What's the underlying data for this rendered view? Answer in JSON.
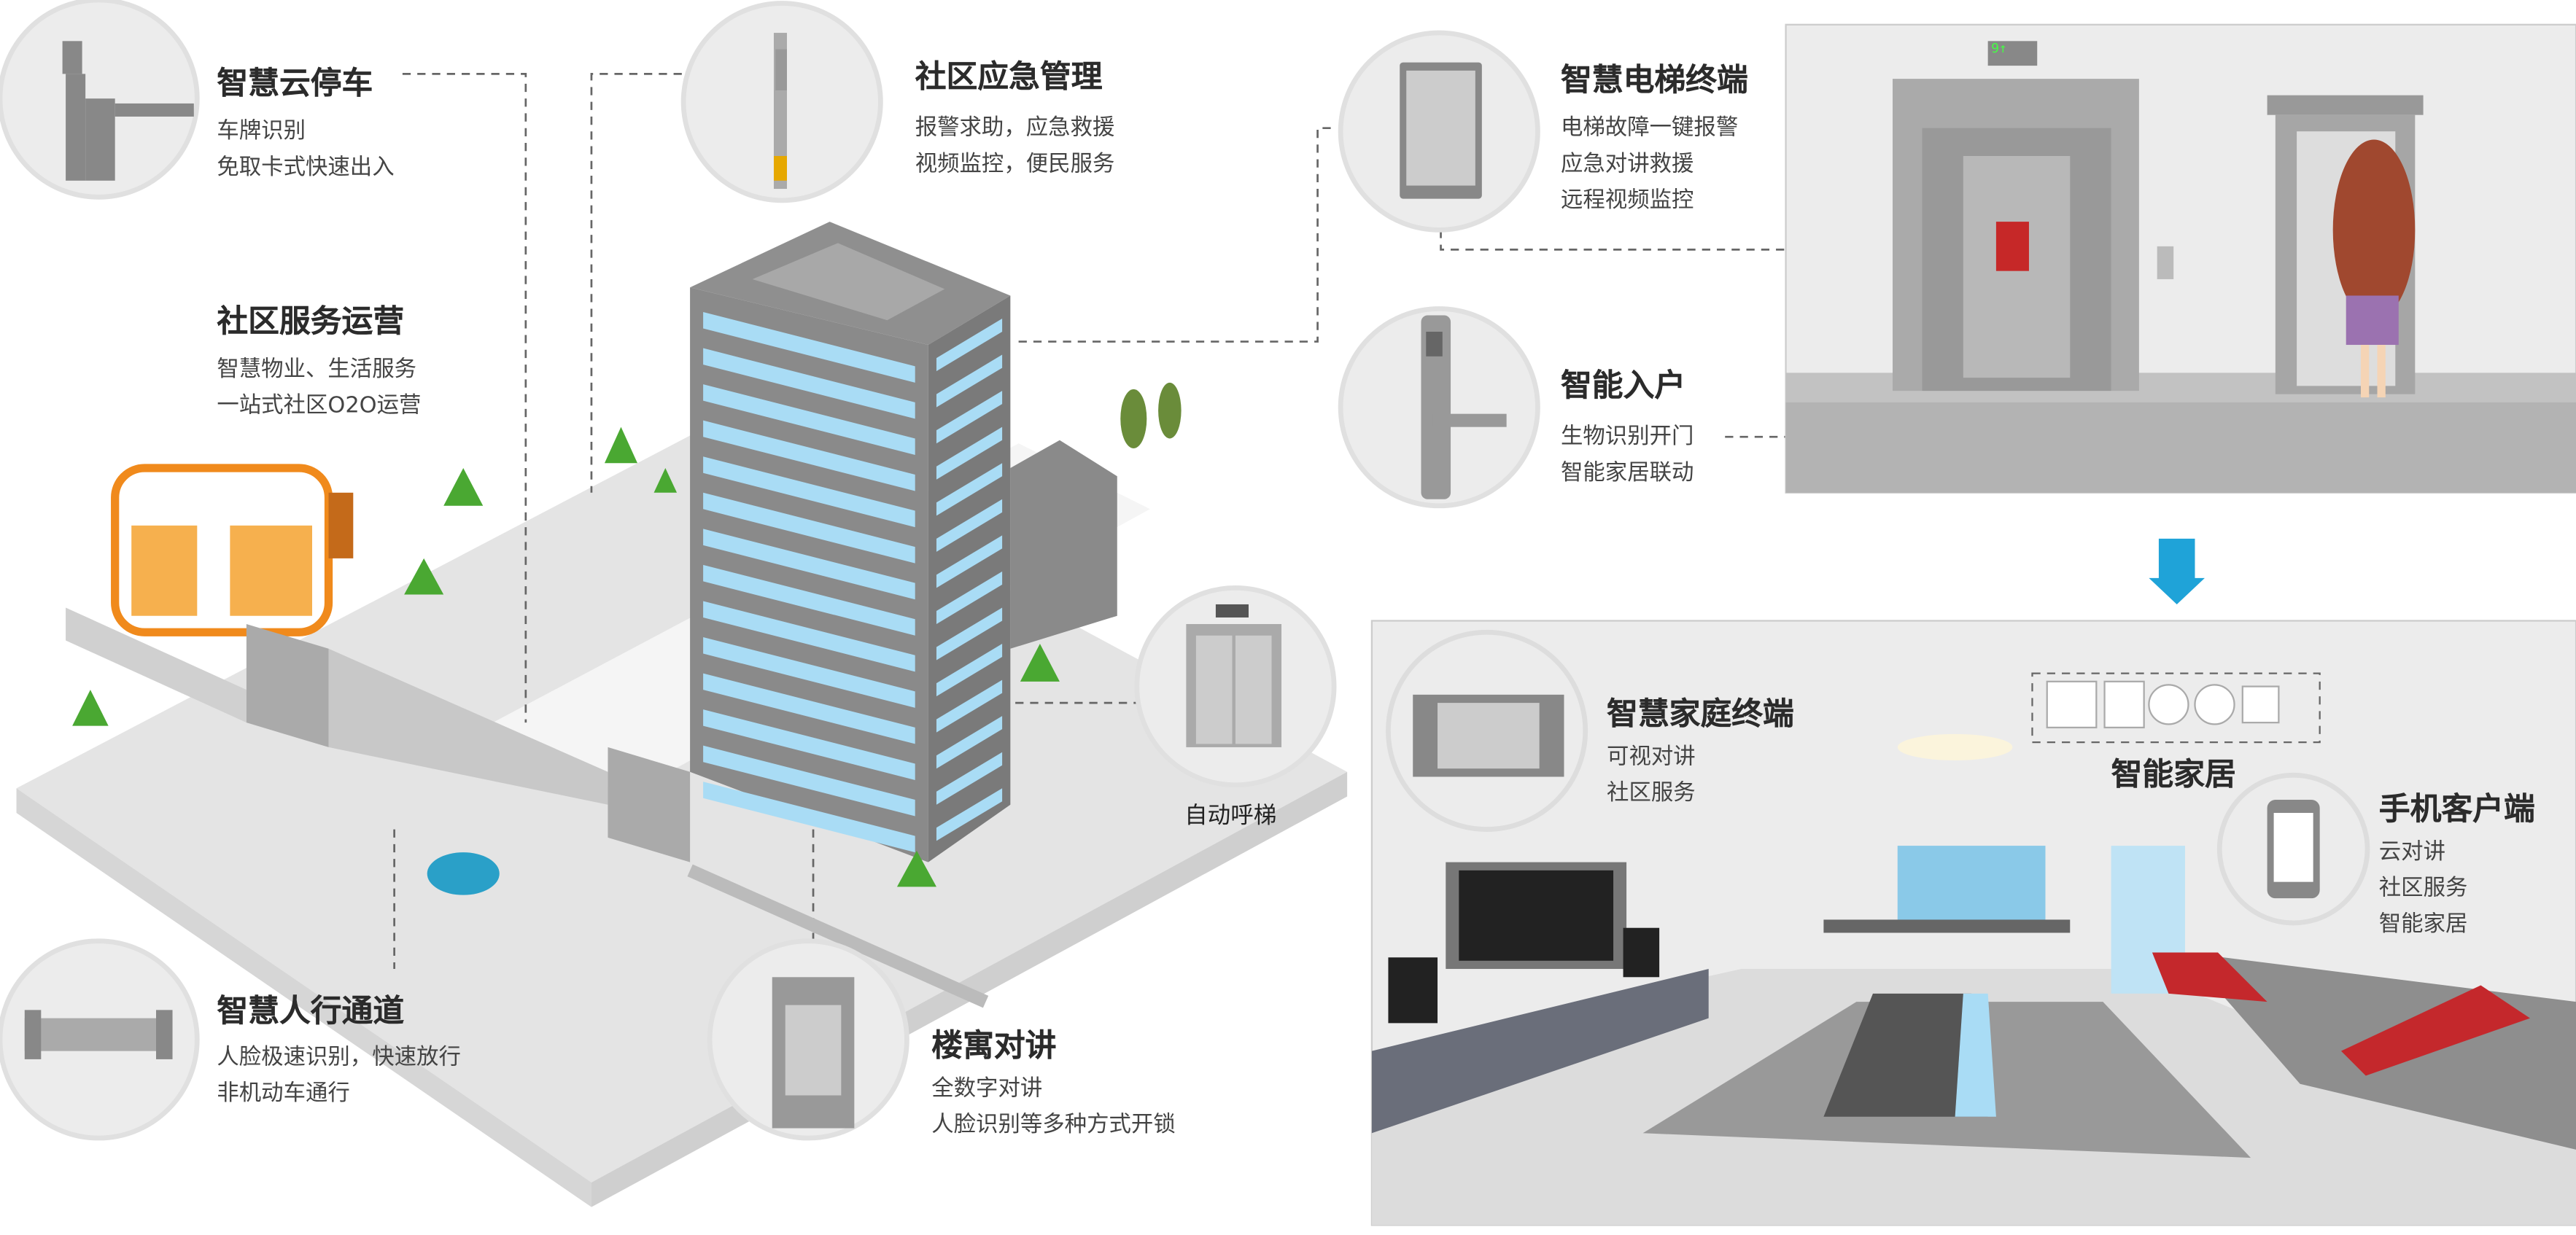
{
  "parking": {
    "title": "智慧云停车",
    "lines": [
      "车牌识别",
      "免取卡式快速出入"
    ]
  },
  "emergency": {
    "title": "社区应急管理",
    "lines": [
      "报警求助，应急救援",
      "视频监控，便民服务"
    ]
  },
  "service": {
    "title": "社区服务运营",
    "lines": [
      "智慧物业、生活服务",
      "一站式社区O2O运营"
    ]
  },
  "elevator_terminal": {
    "title": "智慧电梯终端",
    "lines": [
      "电梯故障一键报警",
      "应急对讲救援",
      "远程视频监控"
    ]
  },
  "smart_entry": {
    "title": "智能入户",
    "lines": [
      "生物识别开门",
      "智能家居联动"
    ]
  },
  "auto_elevator": {
    "title": "自动呼梯"
  },
  "pedestrian": {
    "title": "智慧人行通道",
    "lines": [
      "人脸极速识别，快速放行",
      "非机动车通行"
    ]
  },
  "intercom": {
    "title": "楼寓对讲",
    "lines": [
      "全数字对讲",
      "人脸识别等多种方式开锁"
    ]
  },
  "home_terminal": {
    "title": "智慧家庭终端",
    "lines": [
      "可视对讲",
      "社区服务"
    ]
  },
  "smart_home": {
    "title": "智能家居"
  },
  "mobile": {
    "title": "手机客户端",
    "lines": [
      "云对讲",
      "社区服务",
      "智能家居"
    ]
  },
  "elevator_display": "9↑",
  "colors": {
    "accent_blue": "#1fa3d8",
    "window_blue": "#a9dcf5",
    "building_gray": "#8a8a8a",
    "shop_orange": "#f08a1c",
    "circle_bg": "#ececec"
  }
}
